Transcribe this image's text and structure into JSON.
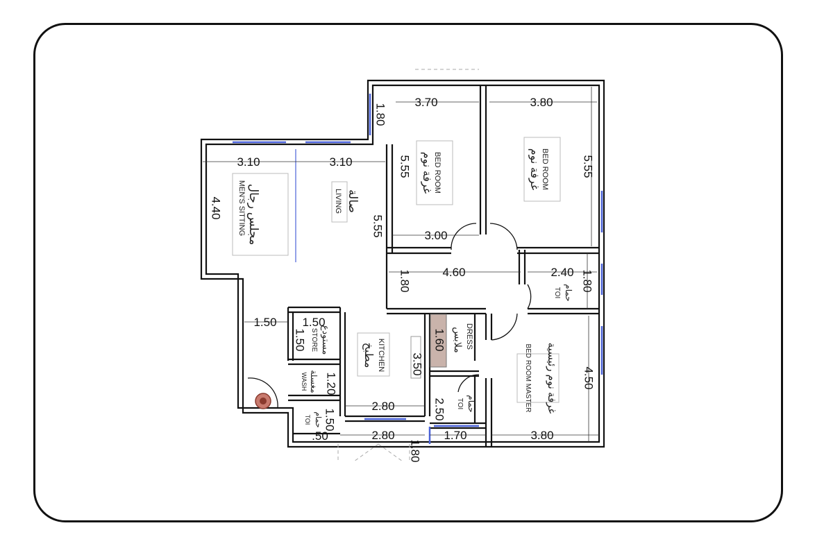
{
  "rooms": {
    "mens_sitting": {
      "ar": "مجلس رجال",
      "en": "MEN'S SITTING"
    },
    "living": {
      "ar": "صالة",
      "en": "LIVING"
    },
    "bedroom1": {
      "en": "BED  ROOM",
      "ar": "غرفة نوم"
    },
    "bedroom2": {
      "en": "BED  ROOM",
      "ar": "غرفة نوم"
    },
    "master": {
      "en": "BED ROOM MASTER",
      "ar": "غرفة نوم رئيسية"
    },
    "kitchen": {
      "en": "KITCHEN",
      "ar": "مطبخ"
    },
    "store": {
      "en": "STORE",
      "ar": "مستودع"
    },
    "wash": {
      "en": "WASH",
      "ar": "مغسلة"
    },
    "dress": {
      "en": "DRESS",
      "ar": "ملابس"
    },
    "toi_1": {
      "en": "TOI",
      "ar": "حمام"
    },
    "toi_2": {
      "en": "TOI",
      "ar": "حمام"
    },
    "toi_3": {
      "en": "TOI",
      "ar": "حمام"
    }
  },
  "dimensions": {
    "d_180_top": "1.80",
    "d_370": "3.70",
    "d_380_top": "3.80",
    "d_310_left": "3.10",
    "d_310_right": "3.10",
    "d_555_bed1": "5.55",
    "d_555_bed2": "5.55",
    "d_440": "4.40",
    "d_555_living": "5.55",
    "d_300": "3.00",
    "d_460": "4.60",
    "d_240": "2.40",
    "d_180_toi": "1.80",
    "d_180_corr": "1.80",
    "d_150_left": "1.50",
    "d_150_store_w": "1.50",
    "d_150_store_h": "1.50",
    "d_160": "1.60",
    "d_350": "3.50",
    "d_450": "4.50",
    "d_120": "1.20",
    "d_280_kitchen": "2.80",
    "d_250": "2.50",
    "d_150_toi": "1.50",
    "d_50": ".50",
    "d_280_bottom": "2.80",
    "d_170": "1.70",
    "d_380_bottom": "3.80",
    "d_180_bottom": "1.80"
  },
  "colors": {
    "wall": "#111111",
    "window": "#4a62d8",
    "dress_fill": "#c9b3ab",
    "stair_marker": "#b9574a"
  }
}
